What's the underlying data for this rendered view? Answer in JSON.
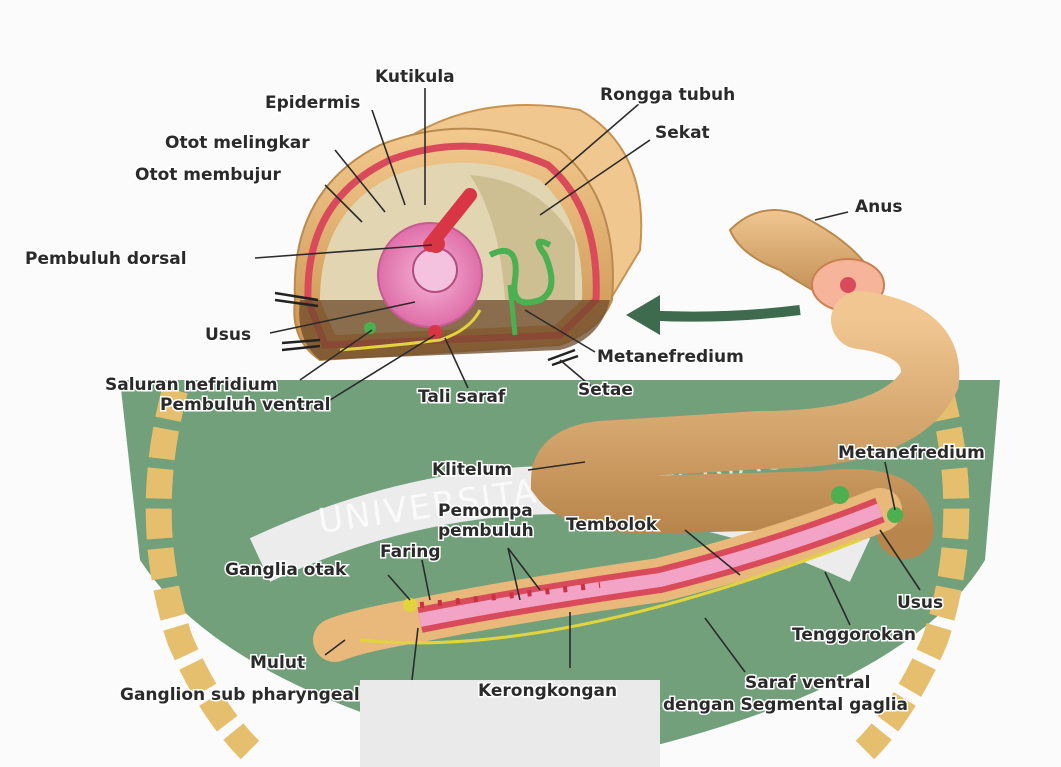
{
  "watermark": "UNIVERSITAS ISLAM RIAU",
  "colors": {
    "body_tan": "#e8b97a",
    "body_dark": "#b98a4e",
    "wall_red": "#d94a5a",
    "gut_pink": "#ee8fbf",
    "nephridium_green": "#4caf50",
    "nerve_yellow": "#e3d43c",
    "shield_green": "#3d7a4a",
    "laurel_gold": "#e0b14a"
  },
  "labels": {
    "kutikula": "Kutikula",
    "epidermis": "Epidermis",
    "otot_melingkar": "Otot melingkar",
    "otot_membujur": "Otot membujur",
    "rongga_tubuh": "Rongga tubuh",
    "sekat": "Sekat",
    "anus": "Anus",
    "pembuluh_dorsal": "Pembuluh dorsal",
    "usus_top": "Usus",
    "metanefredium_top": "Metanefredium",
    "setae": "Setae",
    "saluran_nefridium": "Saluran nefridium",
    "pembuluh_ventral": "Pembuluh ventral",
    "tali_saraf": "Tali saraf",
    "klitelum": "Klitelum",
    "metanefredium_right": "Metanefredium",
    "pemompa_pembuluh_1": "Pemompa",
    "pemompa_pembuluh_2": "pembuluh",
    "tembolok": "Tembolok",
    "faring": "Faring",
    "ganglia_otak": "Ganglia otak",
    "usus_bottom": "Usus",
    "tenggorokan": "Tenggorokan",
    "mulut": "Mulut",
    "ganglion_sub": "Ganglion sub pharyngeal",
    "kerongkongan": "Kerongkongan",
    "saraf_ventral_1": "Saraf ventral",
    "saraf_ventral_2": "dengan Segmental gaglia"
  }
}
